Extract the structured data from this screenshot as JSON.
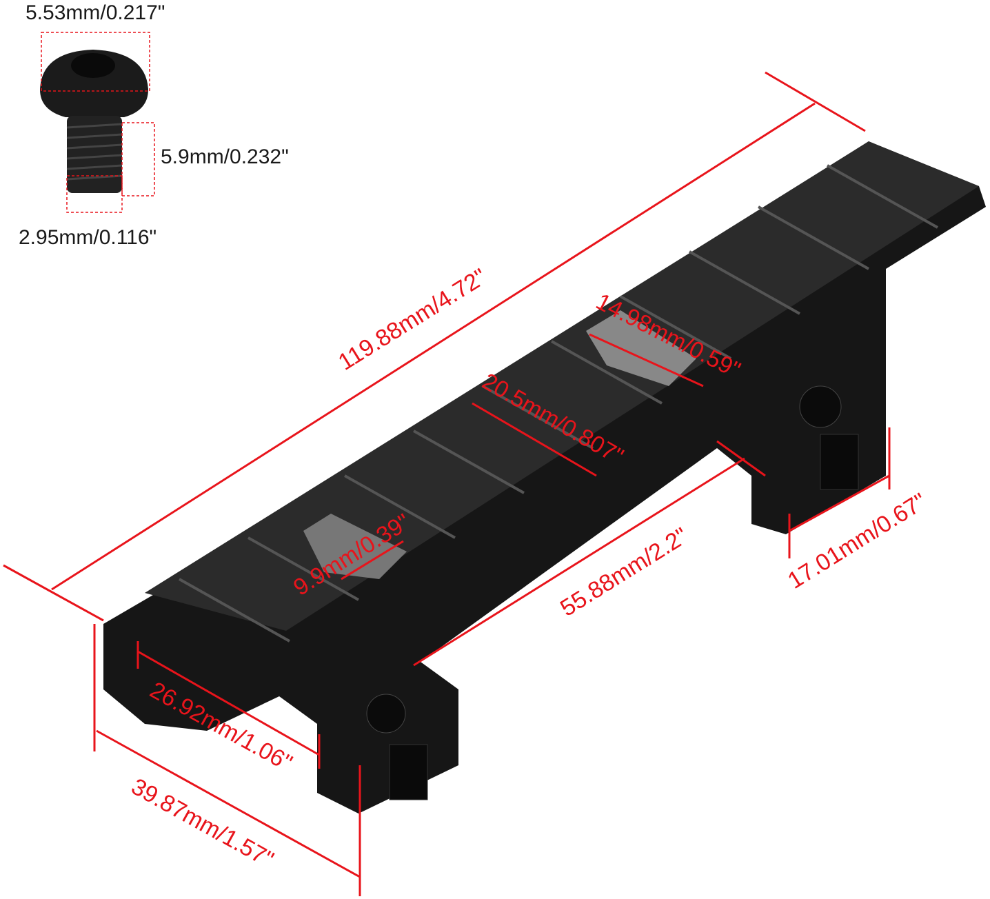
{
  "screw": {
    "head_diameter": "5.53mm/0.217\"",
    "thread_length": "5.9mm/0.232\"",
    "thread_diameter": "2.95mm/0.116\""
  },
  "rail": {
    "total_length": "119.88mm/4.72\"",
    "rear_slot": "14.98mm/0.59\"",
    "mid_section": "20.5mm/0.807\"",
    "front_slot": "9.9mm/0.39\"",
    "clamp_spacing": "55.88mm/2.2\"",
    "clamp_width": "17.01mm/0.67\"",
    "inner_width": "26.92mm/1.06\"",
    "outer_width": "39.87mm/1.57\""
  },
  "colors": {
    "dimension": "#e8141b",
    "metal": "#161616"
  }
}
